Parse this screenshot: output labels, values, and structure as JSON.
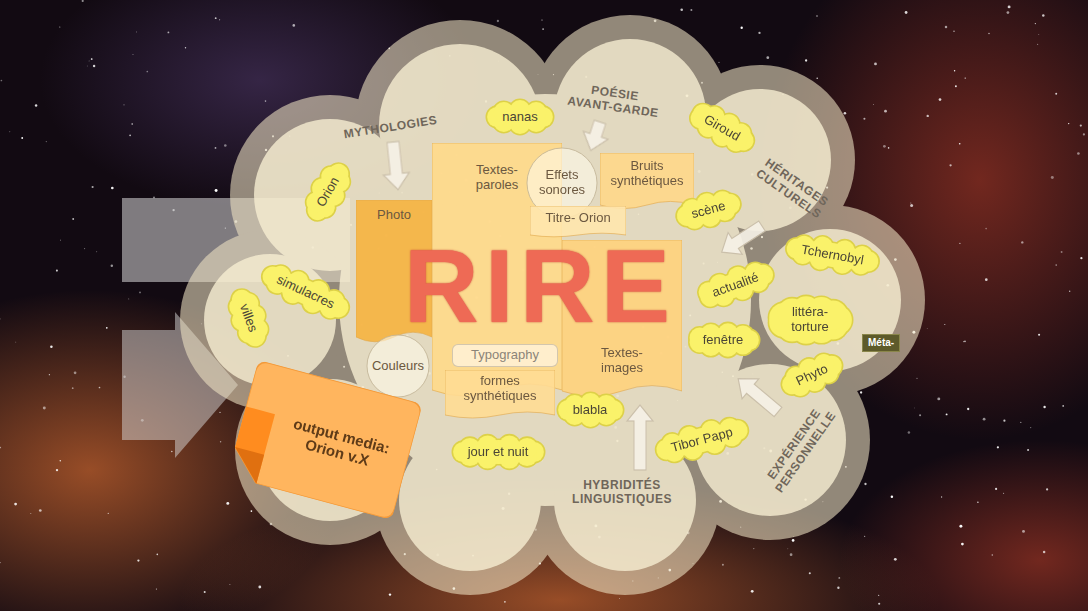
{
  "diagram": {
    "nodes": [
      {
        "text": [
          "RIRE"
        ]
      },
      {
        "text": [
          "Textes-paroles"
        ],
        "in": 0
      },
      {
        "text": [
          "Effets sonores"
        ],
        "in": 0
      },
      {
        "text": [
          "Bruits synthétiques"
        ],
        "in": 0
      },
      {
        "text": [
          "Titre- Orion"
        ],
        "in": 0
      },
      {
        "text": [
          "Photo"
        ],
        "in": 0
      },
      {
        "text": [
          "Typography"
        ],
        "in": 0
      },
      {
        "text": [
          "Couleurs"
        ],
        "in": 0
      },
      {
        "text": [
          "Textes-images"
        ],
        "in": 0
      },
      {
        "text": [
          "formes synthétiques"
        ],
        "in": 0
      },
      {
        "text": [
          "nanas"
        ],
        "in": 0
      },
      {
        "text": [
          "Giroud"
        ],
        "in": 0
      },
      {
        "text": [
          "Orion"
        ],
        "in": 0
      },
      {
        "text": [
          "scène"
        ],
        "in": 0
      },
      {
        "text": [
          "Tchernobyl"
        ],
        "in": 0
      },
      {
        "text": [
          "actualité"
        ],
        "in": 0
      },
      {
        "text": [
          "simulacres"
        ],
        "in": 0
      },
      {
        "text": [
          "villes"
        ],
        "in": 0
      },
      {
        "text": [
          "littéra-torture"
        ],
        "in": 0
      },
      {
        "text": [
          "Méta-"
        ],
        "in": 0
      },
      {
        "text": [
          "fenêtre"
        ],
        "in": 0
      },
      {
        "text": [
          "Phyto"
        ],
        "in": 0
      },
      {
        "text": [
          "blabla"
        ],
        "in": 0
      },
      {
        "text": [
          "Tibor Papp"
        ],
        "in": 0
      },
      {
        "text": [
          "jour et nuit"
        ],
        "in": 0
      },
      {
        "text": [
          "output media: Orion v.X"
        ]
      }
    ],
    "labels": [
      "MYTHOLOGIES",
      "POÉSIE AVANT-GARDE",
      "HÉRITAGES CULTURELS",
      "EXPÉRIENCE PERSONNELLE",
      "HYBRIDITÉS LINGUISTIQUES"
    ]
  }
}
